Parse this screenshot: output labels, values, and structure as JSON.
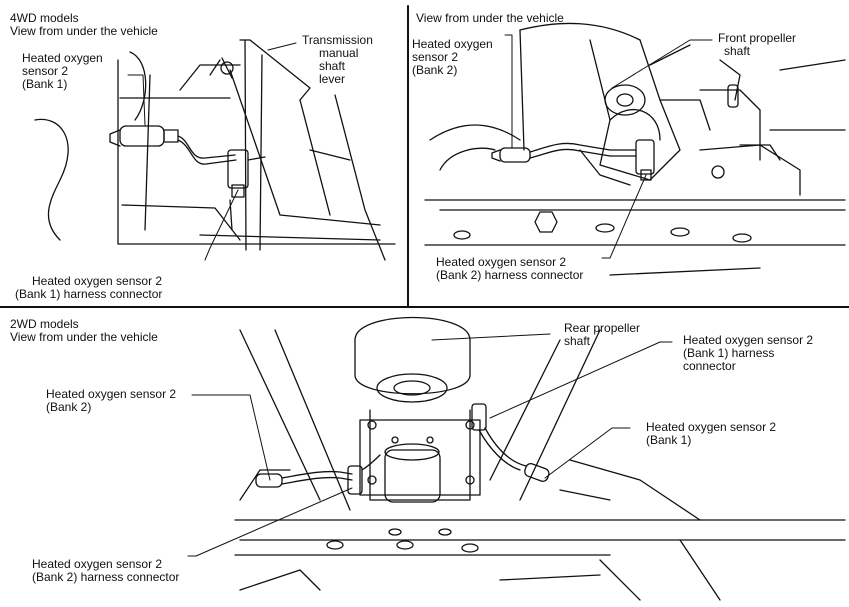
{
  "panels": {
    "top_left": {
      "heading": [
        "4WD models",
        "View from under the vehicle"
      ],
      "labels": {
        "sensor": [
          "Heated oxygen",
          "sensor 2",
          "(Bank 1)"
        ],
        "lever": [
          "Transmission",
          "manual",
          "shaft",
          "lever"
        ],
        "connector": [
          "Heated oxygen sensor 2",
          "(Bank 1) harness connector"
        ]
      }
    },
    "top_right": {
      "heading": [
        "View from under the vehicle"
      ],
      "labels": {
        "sensor": [
          "Heated oxygen",
          "sensor 2",
          "(Bank 2)"
        ],
        "shaft": [
          "Front propeller",
          "shaft"
        ],
        "connector": [
          "Heated oxygen sensor 2",
          "(Bank 2) harness connector"
        ]
      }
    },
    "bottom": {
      "heading": [
        "2WD models",
        "View from under the vehicle"
      ],
      "labels": {
        "rear_shaft": [
          "Rear propeller",
          "shaft"
        ],
        "bank1_connector": [
          "Heated oxygen sensor 2",
          "(Bank 1) harness",
          "connector"
        ],
        "bank2_sensor": [
          "Heated oxygen sensor 2",
          "(Bank 2)"
        ],
        "bank1_sensor": [
          "Heated oxygen sensor 2",
          "(Bank 1)"
        ],
        "bank2_connector": [
          "Heated oxygen sensor 2",
          "(Bank 2) harness connector"
        ]
      }
    }
  },
  "colors": {
    "line": "#111111",
    "background": "#ffffff"
  }
}
